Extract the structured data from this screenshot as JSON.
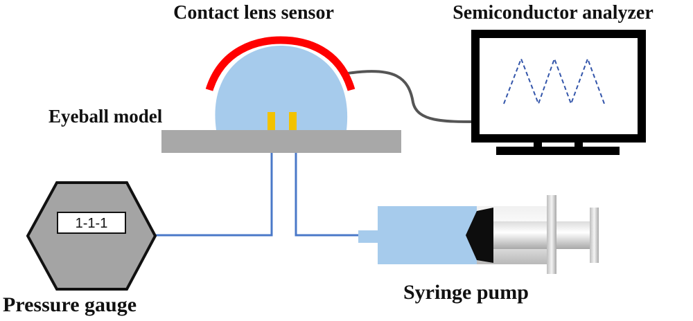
{
  "labels": {
    "contact_lens_sensor": "Contact lens sensor",
    "semiconductor_analyzer": "Semiconductor analyzer",
    "eyeball_model": "Eyeball model",
    "pressure_gauge": "Pressure gauge",
    "syringe_pump": "Syringe pump"
  },
  "gauge": {
    "display": "1-1-1"
  },
  "colors": {
    "fluid": "#a6cbec",
    "lens_sensor": "#ff0000",
    "electrode": "#f2c200",
    "platform": "#a8a8a8",
    "tubing": "#4a78c8",
    "gauge_body": "#a4a4a4",
    "trace": "#3355aa"
  },
  "icons": {
    "monitor": "monitor-icon",
    "gauge": "hexagon-gauge-icon",
    "syringe": "syringe-icon"
  }
}
